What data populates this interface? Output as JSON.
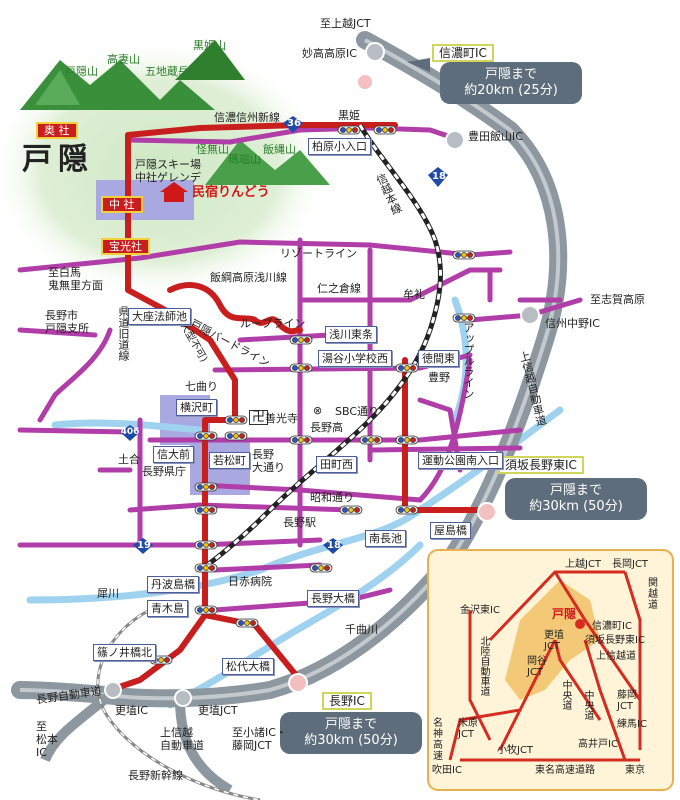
{
  "title": "戸隠",
  "colors": {
    "main_red": "#c81e1e",
    "magenta": "#b03da8",
    "gray_highway": "#8d979f",
    "light_blue": "#9fd2ee",
    "rail": "#222222",
    "callout_bg": "#5e6d7b"
  },
  "mountains": [
    "黒姫山",
    "戸隠山",
    "高妻山",
    "五地蔵岳",
    "怪無山",
    "瑪瑙山",
    "飯縄山"
  ],
  "togakushi_gates": {
    "okusha": "奥 社",
    "chusha": "中 社",
    "hokosha": "宝光社"
  },
  "lodging": {
    "ski": "戸隠スキー場\n中社ゲレンデ",
    "minshuku": "民宿りんどう"
  },
  "callouts": {
    "north": "戸隠まで\n約20km (25分)",
    "east": "戸隠まで\n約30km (50分)",
    "south": "戸隠まで\n約30km (50分)"
  },
  "ic_boxes": {
    "shinanomachi": "信濃町IC",
    "suzaka": "須坂長野東IC",
    "nagano": "長野IC"
  },
  "roads": {
    "shinano_shinetsu": "信濃信州新線",
    "resort": "リゾートライン",
    "izuna_asakawa": "飯綱高原浅川線",
    "niino_kura": "仁之倉線",
    "loop": "ループライン",
    "togakushi_bird": "戸隠バードライン",
    "bird_note": "(大型不可)",
    "kokyoku_okura": "県道旧道線",
    "apple": "アップルライン",
    "showa": "昭和通り",
    "sbc": "SBC通り",
    "nagano_odori": "長野\n大通り",
    "shinetsu_line": "信越本線",
    "joshin_expy": "上信越\n自動車道",
    "nagano_expy": "長野自動車道",
    "joshinetsu_expy": "上信越自動車道",
    "shinkansen": "長野新幹線",
    "chikuma": "千曲川",
    "sai": "犀川"
  },
  "route_numbers": {
    "r36": "36",
    "r18a": "18",
    "r406": "406",
    "r19": "19",
    "r18b": "18"
  },
  "box_labels": {
    "kashiwabara": "柏原小入口",
    "ozahoshi": "大座法師池",
    "asakawa_higashi": "浅川東条",
    "yutani": "湯谷小学校西",
    "tokuma_higashi": "徳間東",
    "yokosawa": "横沢町",
    "shindaimae": "信大前",
    "wakamatsu": "若松町",
    "unkou": "運動公園南入口",
    "nagaike_nishi": "田町西",
    "minaminagaike": "南長池",
    "yashimabashi": "屋島橋",
    "tanbajima": "丹波島橋",
    "aokijima": "青木島",
    "nagano_ohashi": "長野大橋",
    "shinonoi": "篠ノ井橋北",
    "matsushiro": "松代大橋"
  },
  "labels": {
    "to_joetsu": "至上越JCT",
    "myoko": "妙高高原IC",
    "kurohime": "黒姫",
    "toyota": "豊田飯山IC",
    "to_shiroma": "至白馬\n鬼無里方面",
    "nagano_branch": "長野市\n戸隠支所",
    "shibashikyoku": "七曲り",
    "zenkoji": "善光寺",
    "nagano_ko": "長野高",
    "manji": "卍",
    "seibu_sign": "⊗",
    "mure": "牟礼",
    "toyono": "豊野",
    "to_shigakogen": "至志賀高原",
    "shinshu_nakano": "信州中野IC",
    "tsuchi": "土合",
    "kencho": "長野県庁",
    "nagano_st": "長野駅",
    "nisseki": "日赤病院",
    "koshoku": "更埴IC",
    "koshoku_jct": "更埴JCT",
    "to_matsumoto": "至\n松本\nIC",
    "to_komoro": "至小諸IC・\n藤岡JCT"
  },
  "inset": {
    "togakushi": "戸隠",
    "joetsu_jct": "上越JCT",
    "nagaoka_jct": "長岡JCT",
    "kanto": "関\n越\n道",
    "kanazawa": "金沢東IC",
    "shinanomachi": "信濃町IC",
    "suzaka": "須坂長野東IC",
    "koshoku_jct": "更埴\nJCT",
    "okaya_jct": "岡谷\nJCT",
    "hokuriku": "北陸自動車道",
    "joshinetsu": "上信越道",
    "chuo": "中央道",
    "fujioka": "藤岡\nJCT",
    "nerima": "練馬IC",
    "takaido": "高井戸IC",
    "tokyo": "東京",
    "meishin": "名\n神\n高\n速",
    "maibara": "米原\nJCT",
    "komaki": "小牧JCT",
    "suita": "吹田IC",
    "tomei": "東名高速道路",
    "chuo2": "中央道"
  }
}
